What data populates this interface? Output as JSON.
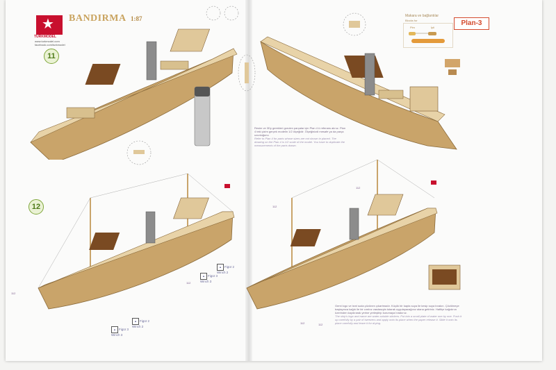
{
  "header": {
    "title": "BANDIRMA",
    "scale": "1:87",
    "brand": "TÜRKMODEL",
    "website": "www.turkmodel.com",
    "facebook": "facebook.com/turkmodel"
  },
  "plan_label": "Plan-3",
  "steps": [
    "11",
    "12"
  ],
  "legend": {
    "title": "Makara ve bağlantılar",
    "subtitle": "Blocks for",
    "labels": [
      "Pim",
      "İpli"
    ]
  },
  "notes": {
    "top_tr": "Resim ve 3Dy gerekleri gorulen parçalar için Plan 4 ü referans alınız. Plan 4 teki çizim gerçek modelin 1/2 ölçeğidir. Ölçeğinizdi mesafe ya da parça uzunluğunu",
    "top_en": "Refer to Plan 4 for parts whose sizes are not shown in placed. The drawing on the Plan 4 is 1/2 scale of the model. You have to duplicate the measurements of the parts drawn.",
    "bottom_tr": "Gemi logo ve ismi suda çözünen çıkartmadır. Küçük bir kapta suya ile kesip suya bırakın. Çözülmeye başlayınca kağıtı ile bir cımbız vasıtasıyla tutarak uygulayacağınız alana getiriniz. Hafifçe kağıdının üzerinden kaydırarak yerine yerleştirip kurumaya bırakınız.",
    "bottom_en": "The ship's logo and name are water-soluble stickers. Put into a small plate of water one by one. Push it up carefully by a pair of tweezers and apply onto its place when the paper release it. Slide it onto its place carefully and leave it for drying."
  },
  "figures": [
    {
      "label": "Figür 2",
      "sub": "Winch 2"
    },
    {
      "label": "Figür 3",
      "sub": "Winch 3"
    },
    {
      "label": "Figür 2",
      "sub": "Winch 2"
    },
    {
      "label": "Figür 3",
      "sub": "Winch 3"
    }
  ],
  "part_refs": [
    "112",
    "112",
    "112",
    "112",
    "112",
    "112"
  ],
  "colors": {
    "hull": "#c9a46a",
    "hull_dark": "#a9834a",
    "deck": "#e8d3a8",
    "cabin": "#7a4a22",
    "stack": "#8c8c8c",
    "accent_red": "#c8102e",
    "plan_red": "#d44a2d",
    "step_green": "#7fa63a"
  }
}
